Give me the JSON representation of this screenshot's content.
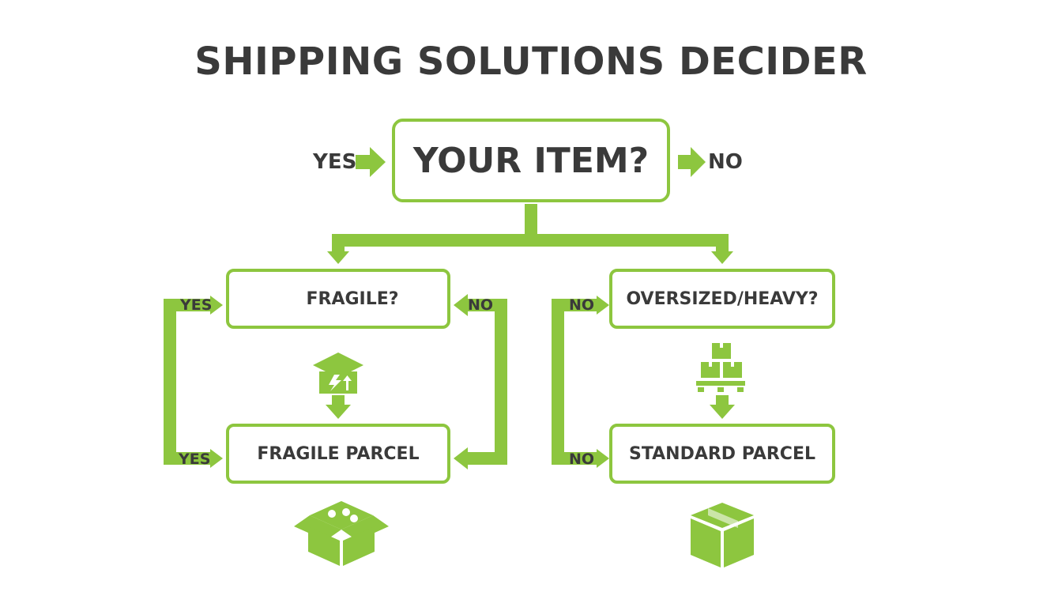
{
  "title": "SHIPPING SOLUTIONS DECIDER",
  "root": {
    "text": "YOUR ITEM?",
    "yes_label": "YES",
    "no_label": "NO"
  },
  "left_branch": {
    "question": "FRAGILE?",
    "result": "FRAGILE PARCEL",
    "yes_label_top": "YES",
    "yes_label_bottom": "YES",
    "no_label": "NO"
  },
  "right_branch": {
    "question": "OVERSIZED/HEAVY?",
    "result": "STANDARD PARCEL",
    "no_label_top": "NO",
    "no_label_bottom": "NO"
  },
  "icons": {
    "fragile_question": "box-icon",
    "fragile_mid": "fragile-box-icon",
    "fragile_result": "open-box-icon",
    "oversized_mid": "pallet-boxes-icon",
    "standard_result": "closed-box-icon"
  },
  "colors": {
    "accent": "#8dc63f",
    "text": "#3a3a3a",
    "background": "#ffffff"
  }
}
